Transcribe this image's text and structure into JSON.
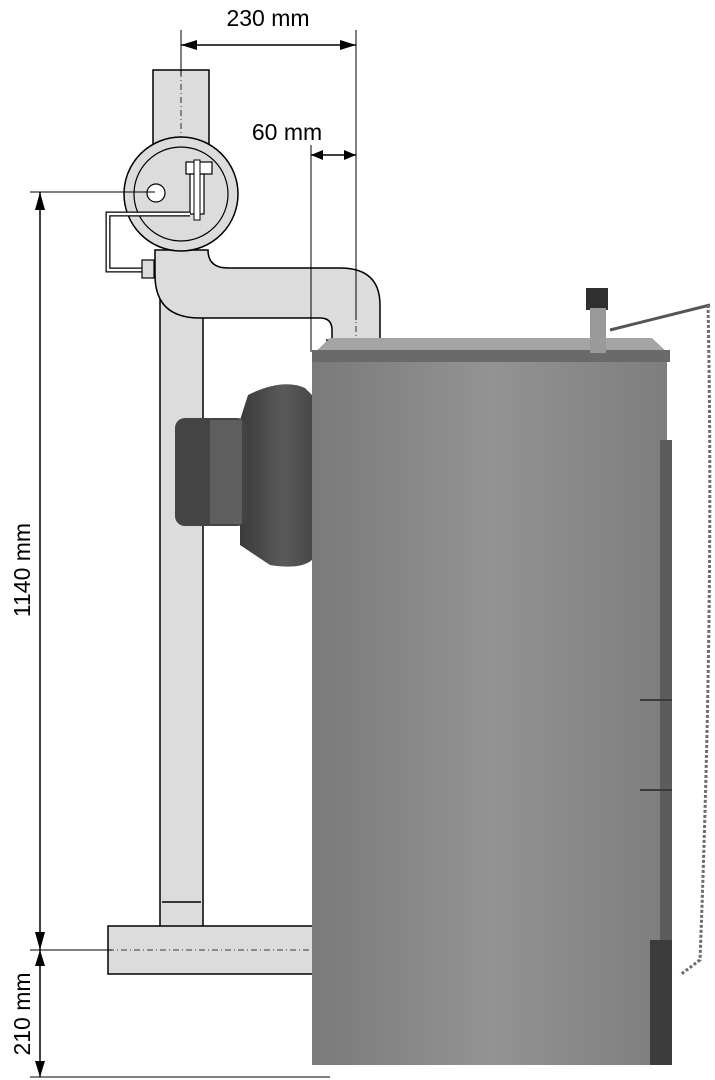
{
  "dimensions": {
    "flue_offset": "230 mm",
    "boiler_setback": "60 mm",
    "vertical_height": "1140 mm",
    "base_height": "210 mm"
  },
  "colors": {
    "line": "#000000",
    "duct_fill": "#dcdcdc",
    "boiler_body": "#8c8c8c",
    "boiler_dark": "#5c5c5c",
    "burner": "#4a4a4a"
  },
  "icons": {
    "boiler": "boiler-unit-icon",
    "burner": "burner-icon",
    "flue_pipe": "flue-pipe-icon",
    "valve": "valve-icon"
  }
}
